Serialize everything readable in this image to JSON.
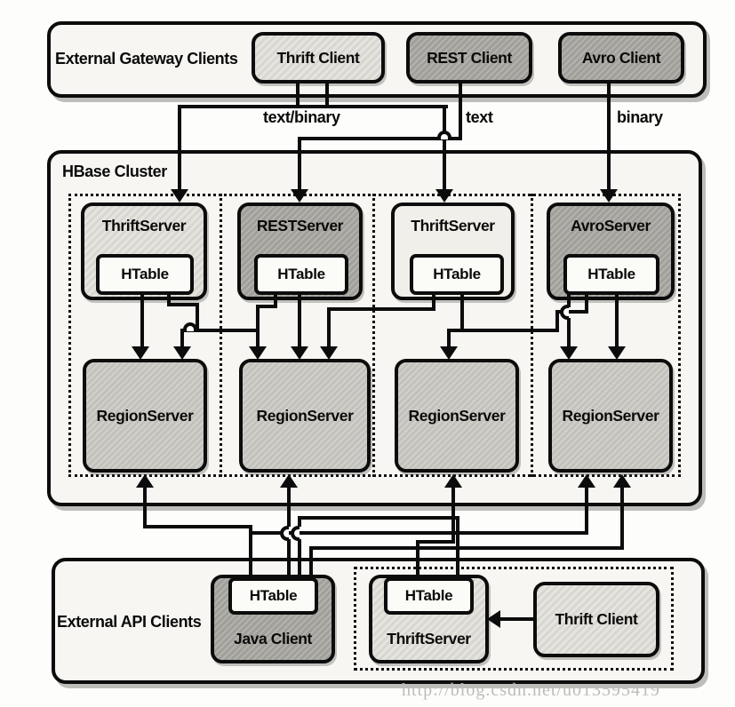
{
  "gateway": {
    "label": "External Gateway Clients",
    "clients": [
      "Thrift Client",
      "REST Client",
      "Avro Client"
    ]
  },
  "protocol_labels": {
    "thrift": "text/binary",
    "rest": "text",
    "avro": "binary"
  },
  "cluster": {
    "label": "HBase Cluster",
    "servers": [
      "ThriftServer",
      "RESTServer",
      "ThriftServer",
      "AvroServer"
    ],
    "htable_label": "HTable",
    "regionserver_label": "RegionServer"
  },
  "api": {
    "label": "External API Clients",
    "java_client": "Java Client",
    "htable_label": "HTable",
    "thrift_server": "ThriftServer",
    "thrift_client": "Thrift Client"
  },
  "watermark": "http://blog.csdn.net/u013595419",
  "colors": {
    "line": "#0c0c0c",
    "box_border": "#0c0c0c",
    "shade_light": "#dcdad4",
    "shade_mid": "#c8c6c0",
    "shade_dark": "#aaa8a2",
    "watermark_gray": "#bcbcba"
  }
}
